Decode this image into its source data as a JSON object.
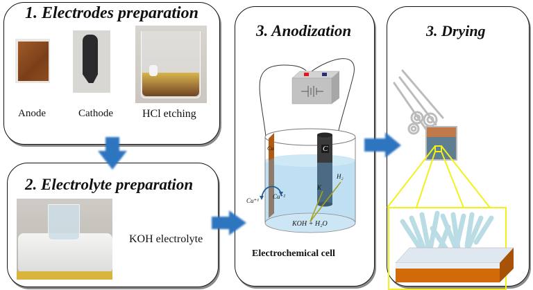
{
  "diagram": {
    "colors": {
      "arrow": "#2f74c0",
      "copper": "#b05a12",
      "electrolyte": "#bfe0f2",
      "carbon": "#3f3f3f",
      "zoom_frame": "#f2f21a",
      "nanostructure": "#b7dbe3",
      "substrate_top": "#dfe8f0",
      "substrate_side": "#d36a0a"
    },
    "step1": {
      "title": "1. Electrodes preparation",
      "items": [
        {
          "label": "Anode",
          "image": "copper-plate-photo"
        },
        {
          "label": "Cathode",
          "image": "carbon-rod-photo"
        },
        {
          "label": "HCl etching",
          "image": "beaker-etching-photo"
        }
      ]
    },
    "step2": {
      "title": "2. Electrolyte preparation",
      "image": "beaker-on-stirrer-photo",
      "label": "KOH electrolyte"
    },
    "step3": {
      "title": "3. Anodization",
      "caption": "Electrochemical cell",
      "cell_labels": {
        "anode": "Cu",
        "cathode": "C",
        "ion1": "Cu⁺¹",
        "ion2": "Cu⁺²",
        "potassium": "K",
        "hydrogen": "H₂",
        "electrolyte": "KOH + H₂O"
      },
      "battery_symbol": "−||+"
    },
    "step4": {
      "title": "3. Drying"
    }
  }
}
